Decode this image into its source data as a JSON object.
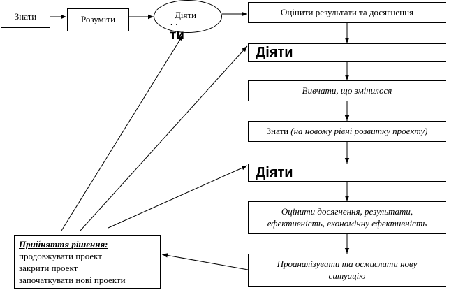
{
  "diagram": {
    "top_row": {
      "know": "Знати",
      "understand": "Розуміти",
      "act_line1": "Діяти",
      "act_dots": "· ·",
      "act_line2": "ти"
    },
    "flow": {
      "evaluate_results": "Оцінити результати та досягнення",
      "act_1": "Діяти",
      "study_changes": "Вивчати, що змінилося",
      "know_new_level_prefix": "Знати ",
      "know_new_level_italic": "(на новому рівні розвитку проекту)",
      "act_2": "Діяти",
      "evaluate_efficiency_line1": "Оцінити досягнення, результати,",
      "evaluate_efficiency_line2": "ефективність, економічну ефективність",
      "analyze_line1": "Проаналізувати та осмислити нову",
      "analyze_line2": "ситуацію"
    },
    "decision": {
      "title": "Прийняття рішення:",
      "options": [
        "продовжувати проект",
        "закрити проект",
        "започаткувати нові проекти"
      ]
    }
  }
}
